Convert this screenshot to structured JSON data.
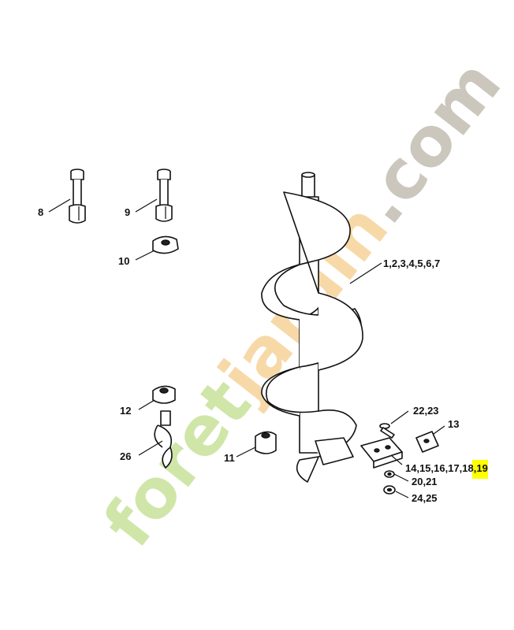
{
  "callouts": {
    "c8": "8",
    "c9": "9",
    "c10": "10",
    "c1_7": "1,2,3,4,5,6,7",
    "c12": "12",
    "c26": "26",
    "c11": "11",
    "c22_23": "22,23",
    "c13": "13",
    "c14_19_prefix": "14,15,16,17,",
    "c14_19_highlight": "18",
    "c14_19_suffix": ",19",
    "c20_21": "20,21",
    "c24_25": "24,25"
  },
  "watermark": {
    "part1": "foret",
    "part2": "jardin",
    "part3": ".com",
    "colors": {
      "green": "#cfe6a8",
      "orange": "#f7d9a8",
      "gray": "#cbc7bc"
    }
  },
  "highlight_color": "#ffff00"
}
